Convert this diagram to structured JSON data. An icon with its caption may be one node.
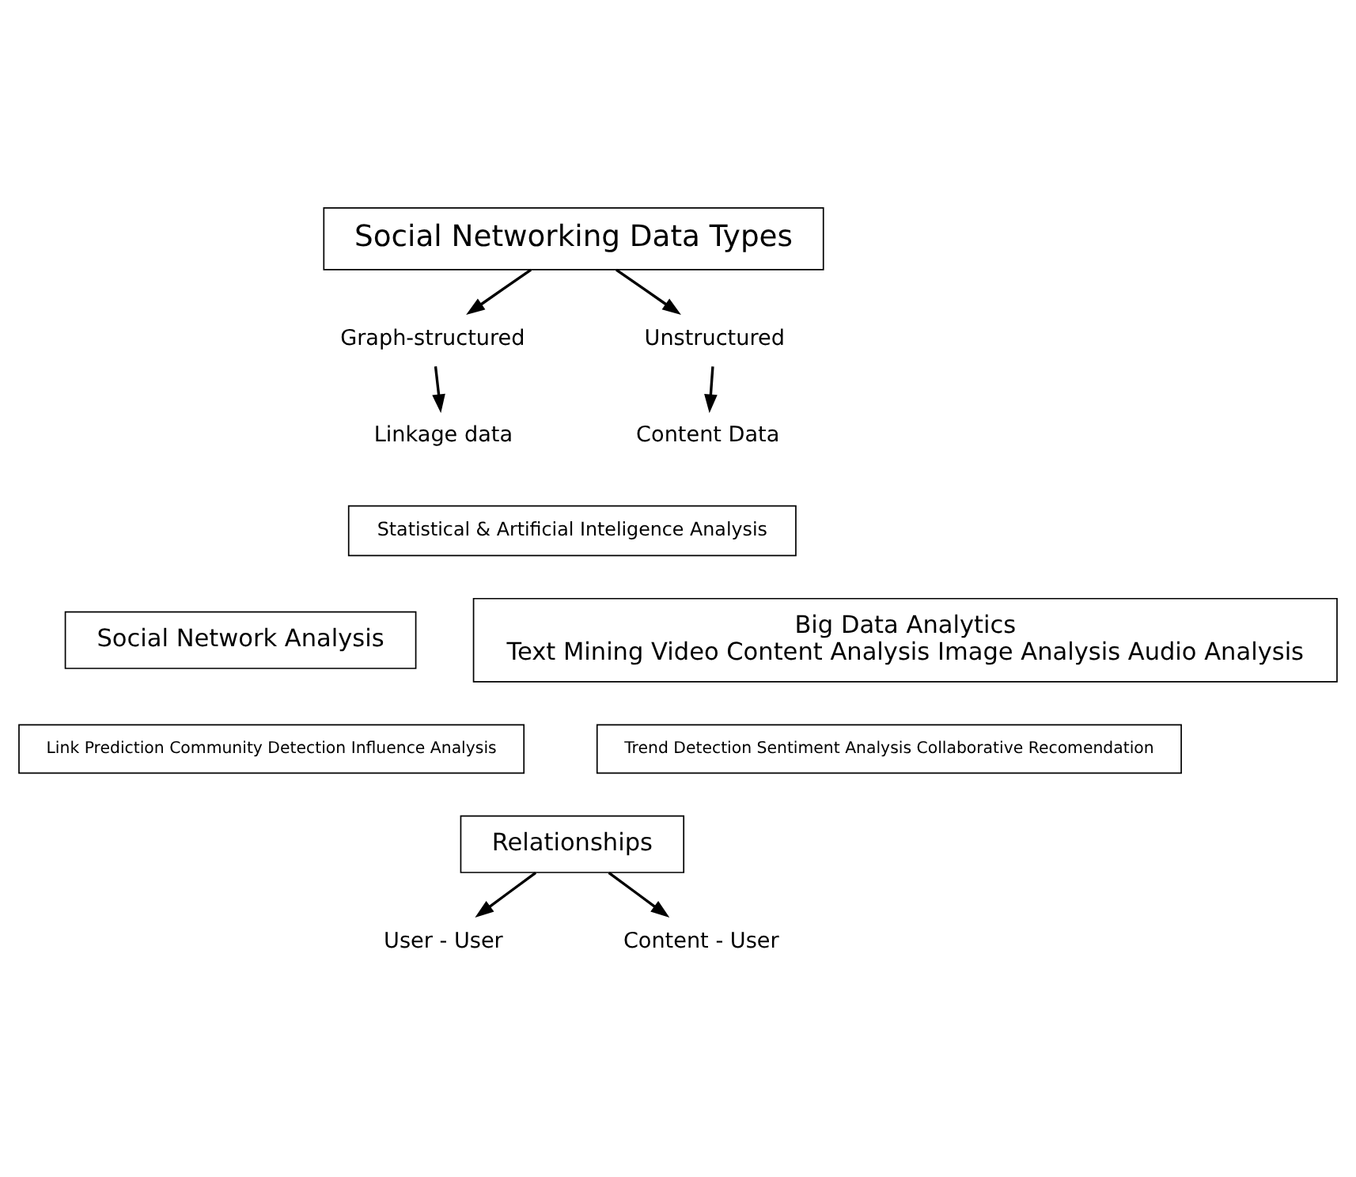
{
  "diagram": {
    "nodes": [
      {
        "text": [
          "Social Networking Data Types"
        ]
      },
      {
        "text": [
          "Graph-structured"
        ]
      },
      {
        "text": [
          "Unstructured"
        ]
      },
      {
        "text": [
          "Linkage data"
        ]
      },
      {
        "text": [
          "Content Data"
        ]
      },
      {
        "text": [
          "Statistical & Artificial Inteligence Analysis"
        ]
      },
      {
        "text": [
          "Social Network Analysis"
        ]
      },
      {
        "text": [
          "Big Data Analytics",
          "Text Mining Video Content Analysis Image Analysis Audio Analysis"
        ]
      },
      {
        "text": [
          "Link Prediction Community Detection Influence Analysis"
        ]
      },
      {
        "text": [
          "Trend Detection Sentiment Analysis Collaborative Recomendation"
        ]
      },
      {
        "text": [
          "Relationships"
        ]
      },
      {
        "text": [
          "User - User"
        ]
      },
      {
        "text": [
          "Content - User"
        ]
      }
    ],
    "edges": [
      {
        "from": 0,
        "to": 1,
        "arrow": "to"
      },
      {
        "from": 0,
        "to": 2,
        "arrow": "to"
      },
      {
        "from": 1,
        "to": 3,
        "arrow": "to"
      },
      {
        "from": 2,
        "to": 4,
        "arrow": "to"
      },
      {
        "from": 10,
        "to": 11,
        "arrow": "to"
      },
      {
        "from": 10,
        "to": 12,
        "arrow": "to"
      }
    ]
  }
}
